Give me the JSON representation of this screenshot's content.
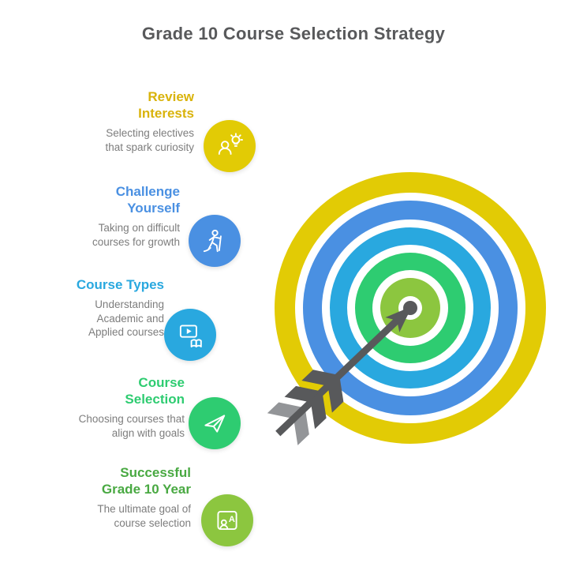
{
  "page": {
    "title": "Grade 10 Course Selection Strategy",
    "title_color": "#58595b"
  },
  "items": [
    {
      "title": "Review Interests",
      "description": "Selecting electives that spark curiosity",
      "title_color": "#d9b30b",
      "icon_color": "#e2cb05",
      "icon": "person-lightbulb-icon"
    },
    {
      "title": "Challenge Yourself",
      "description": "Taking on difficult courses for growth",
      "title_color": "#4a90e2",
      "icon_color": "#4a90e2",
      "icon": "hiker-icon"
    },
    {
      "title": "Course Types",
      "description": "Understanding Academic and Applied courses",
      "title_color": "#29a8df",
      "icon_color": "#29a8df",
      "icon": "media-screen-book-icon"
    },
    {
      "title": "Course Selection",
      "description": "Choosing courses that align with goals",
      "title_color": "#2ecc71",
      "icon_color": "#2ecc71",
      "icon": "paper-plane-icon"
    },
    {
      "title": "Successful Grade 10 Year",
      "description": "The ultimate goal of course selection",
      "title_color": "#49a942",
      "icon_color": "#8cc63f",
      "icon": "student-card-icon",
      "icon_letter": "A"
    }
  ],
  "target": {
    "ring_colors": [
      "#e2cb05",
      "#4a90e2",
      "#29a8df",
      "#2ecc71",
      "#8cc63f"
    ],
    "center_dot_color": "#58595b"
  },
  "arrow": {
    "color": "#58595b",
    "light_color": "#939598"
  },
  "text_color": "#7d7d7d"
}
